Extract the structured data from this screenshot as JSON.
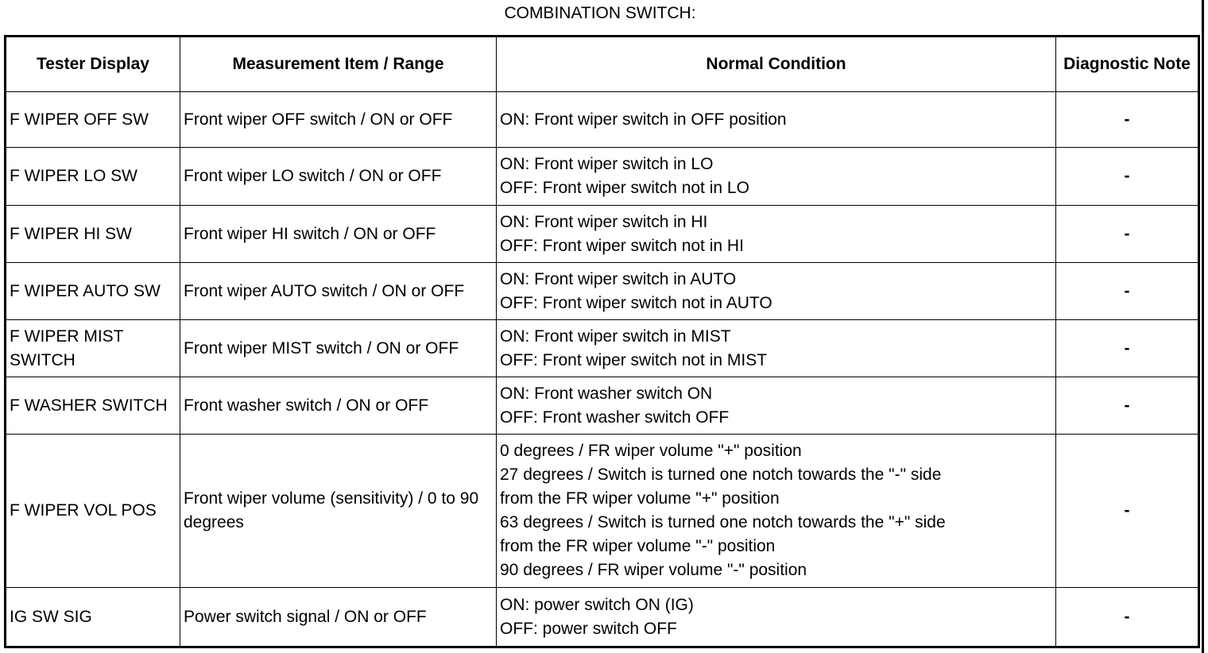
{
  "title": "COMBINATION SWITCH:",
  "columns": [
    "Tester Display",
    "Measurement Item / Range",
    "Normal Condition",
    "Diagnostic Note"
  ],
  "rows": [
    {
      "display": "F WIPER OFF SW",
      "item": "Front wiper OFF switch / ON or OFF",
      "condition": [
        "ON: Front wiper switch in OFF position"
      ],
      "note": "-"
    },
    {
      "display": "F WIPER LO SW",
      "item": "Front wiper LO switch / ON or OFF",
      "condition": [
        "ON: Front wiper switch in LO",
        "OFF: Front wiper switch not in LO"
      ],
      "note": "-"
    },
    {
      "display": "F WIPER HI SW",
      "item": "Front wiper HI switch / ON or OFF",
      "condition": [
        "ON: Front wiper switch in HI",
        "OFF: Front wiper switch not in HI"
      ],
      "note": "-"
    },
    {
      "display": "F WIPER AUTO SW",
      "item": "Front wiper AUTO switch / ON or OFF",
      "condition": [
        "ON: Front wiper switch in AUTO",
        "OFF: Front wiper switch not in AUTO"
      ],
      "note": "-"
    },
    {
      "display": "F WIPER MIST SWITCH",
      "item": "Front wiper MIST switch / ON or OFF",
      "condition": [
        "ON: Front wiper switch in MIST",
        "OFF: Front wiper switch not in MIST"
      ],
      "note": "-"
    },
    {
      "display": "F WASHER SWITCH",
      "item": "Front washer switch / ON or OFF",
      "condition": [
        "ON: Front washer switch ON",
        "OFF: Front washer switch OFF"
      ],
      "note": "-"
    },
    {
      "display": "F WIPER VOL POS",
      "item": "Front wiper volume (sensitivity) / 0 to 90 degrees",
      "condition": [
        "0 degrees / FR wiper volume \"+\" position",
        "27 degrees / Switch is turned one notch towards the \"-\" side",
        "from the FR wiper volume \"+\" position",
        "63 degrees / Switch is turned one notch towards the \"+\" side",
        "from the FR wiper volume \"-\" position",
        "90 degrees / FR wiper volume \"-\" position"
      ],
      "note": "-"
    },
    {
      "display": "IG SW SIG",
      "item": "Power switch signal / ON or OFF",
      "condition": [
        "ON: power switch ON (IG)",
        "OFF: power switch OFF"
      ],
      "note": "-"
    }
  ]
}
